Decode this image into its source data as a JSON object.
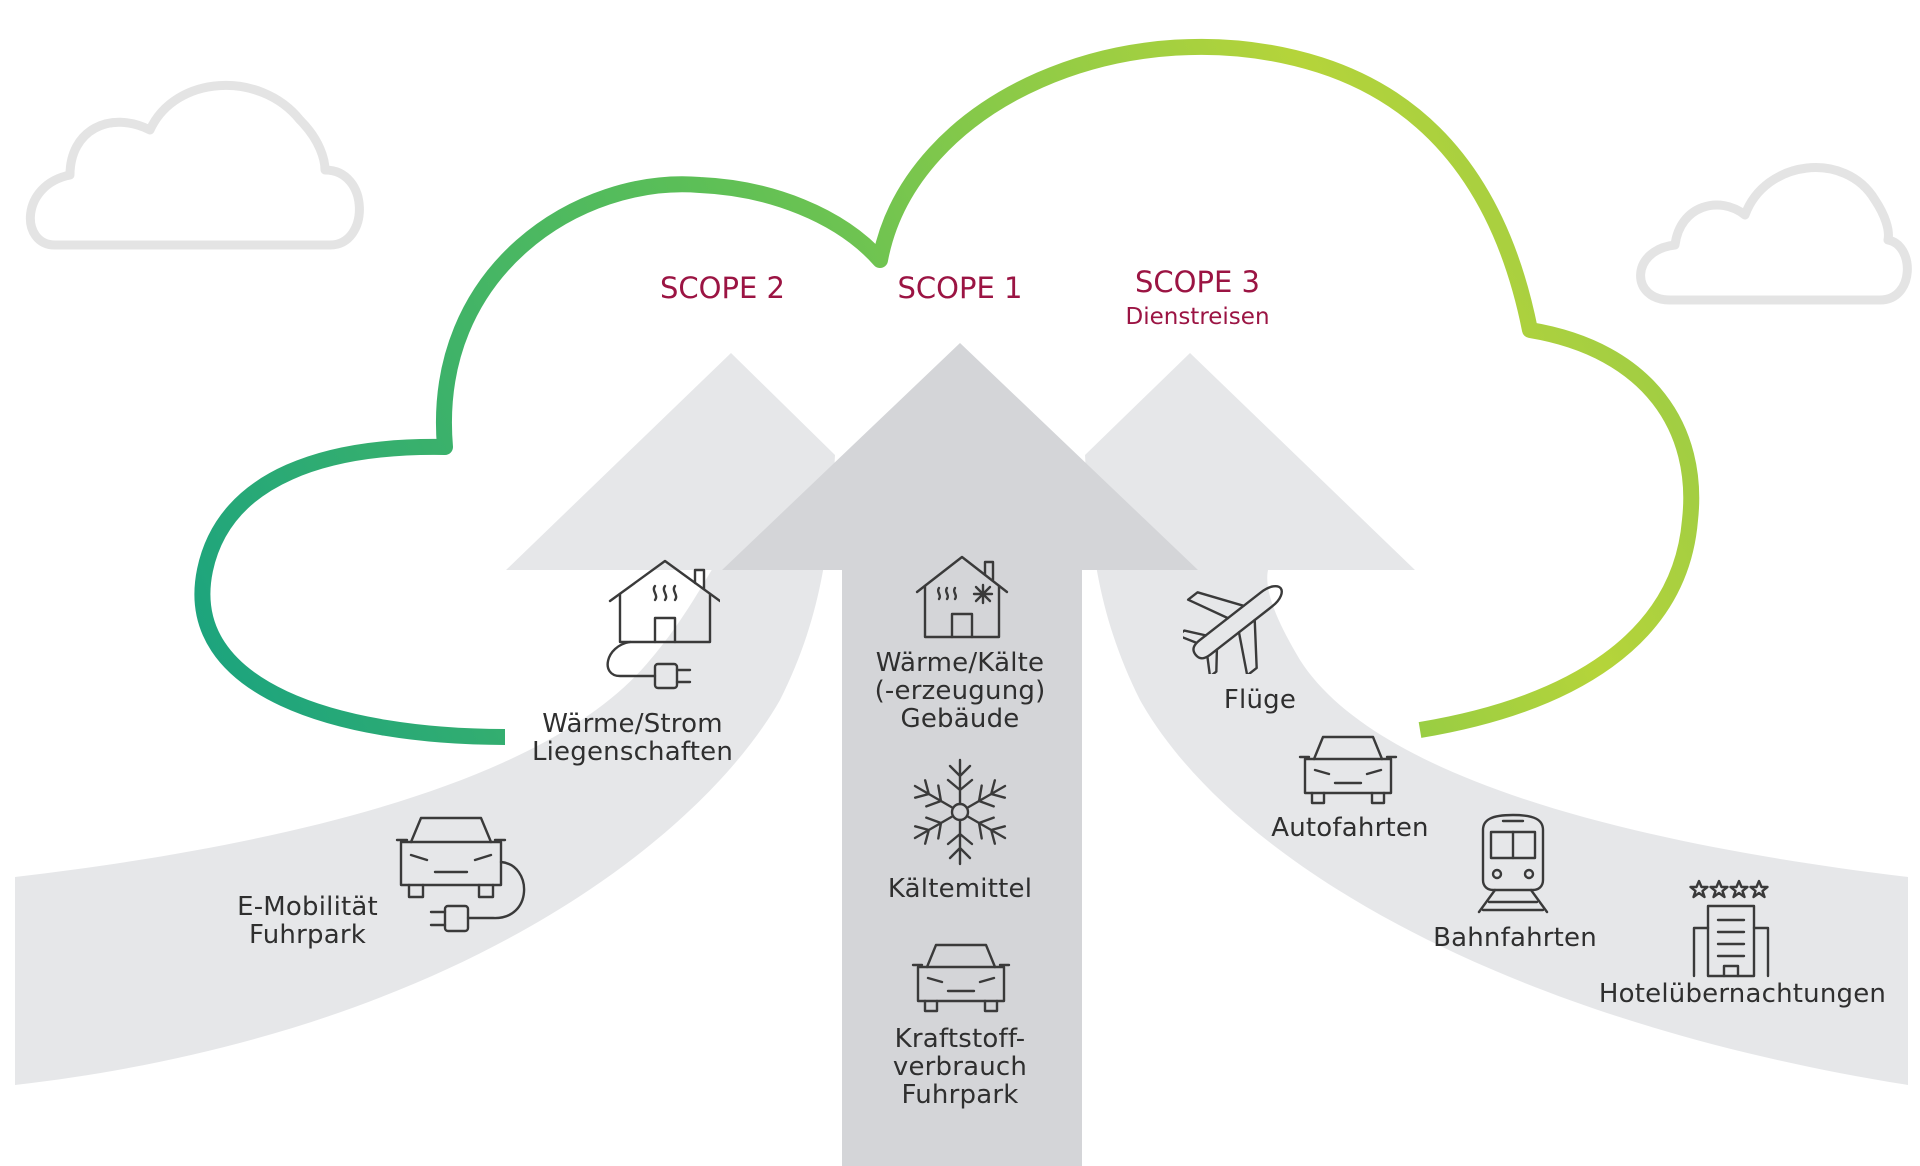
{
  "colors": {
    "cloud_gradient": [
      "#1aa37f",
      "#5cbf57",
      "#b5d43a"
    ],
    "scope_text": "#9b1443",
    "side_arrow": "#e6e7e9",
    "center_arrow": "#d4d5d8",
    "background_cloud": "#e4e4e4",
    "label_text": "#2f2f2f"
  },
  "scopes": {
    "scope2": {
      "title": "SCOPE 2"
    },
    "scope1": {
      "title": "SCOPE 1"
    },
    "scope3": {
      "title": "SCOPE 3",
      "subtitle": "Dienstreisen"
    }
  },
  "items": {
    "waerme_strom": {
      "line1": "Wärme/Strom",
      "line2": "Liegenschaften",
      "icon": "house-plug-icon"
    },
    "e_mobilitaet": {
      "line1": "E-Mobilität",
      "line2": "Fuhrpark",
      "icon": "ev-car-plug-icon"
    },
    "waerme_kaelte": {
      "line1": "Wärme/Kälte",
      "line2": "(-erzeugung)",
      "line3": "Gebäude",
      "icon": "house-heat-cold-icon"
    },
    "kaeltemittel": {
      "line1": "Kältemittel",
      "icon": "snowflake-icon"
    },
    "kraftstoff": {
      "line1": "Kraftstoff-",
      "line2": "verbrauch",
      "line3": "Fuhrpark",
      "icon": "car-icon"
    },
    "fluege": {
      "line1": "Flüge",
      "icon": "airplane-icon"
    },
    "autofahrten": {
      "line1": "Autofahrten",
      "icon": "car-icon"
    },
    "bahnfahrten": {
      "line1": "Bahnfahrten",
      "icon": "train-icon"
    },
    "hotel": {
      "line1": "Hotelübernachtungen",
      "icon": "hotel-icon"
    }
  }
}
